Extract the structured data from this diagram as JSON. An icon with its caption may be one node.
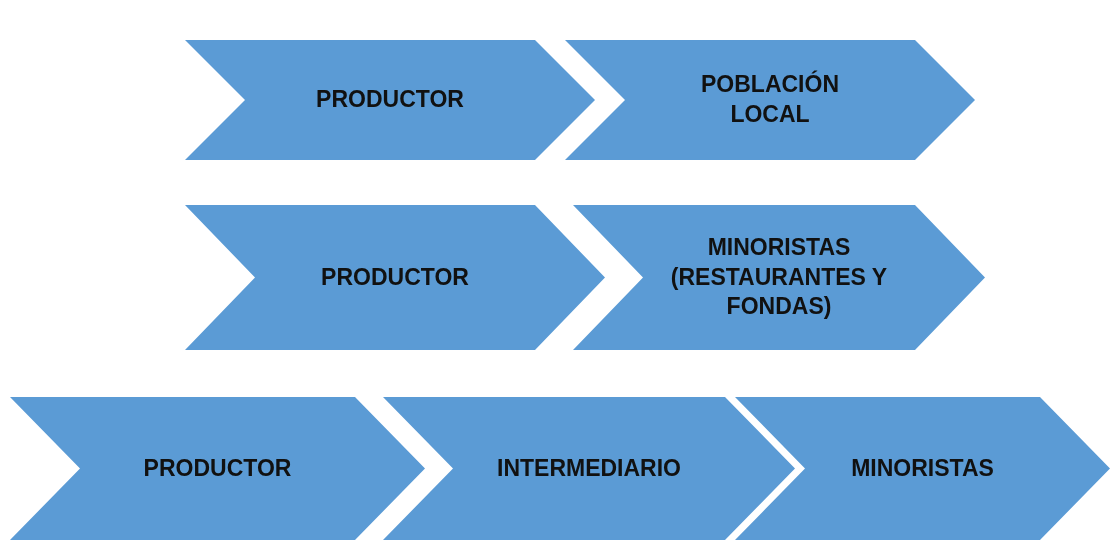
{
  "diagram": {
    "nodes": [
      {
        "text": [
          "PRODUCTOR"
        ]
      },
      {
        "text": [
          "POBLACIÓN LOCAL"
        ]
      },
      {
        "text": [
          "PRODUCTOR"
        ]
      },
      {
        "text": [
          "MINORISTAS (RESTAURANTES Y FONDAS)"
        ]
      },
      {
        "text": [
          "PRODUCTOR"
        ]
      },
      {
        "text": [
          "INTERMEDIARIO"
        ]
      },
      {
        "text": [
          "MINORISTAS"
        ]
      }
    ]
  }
}
